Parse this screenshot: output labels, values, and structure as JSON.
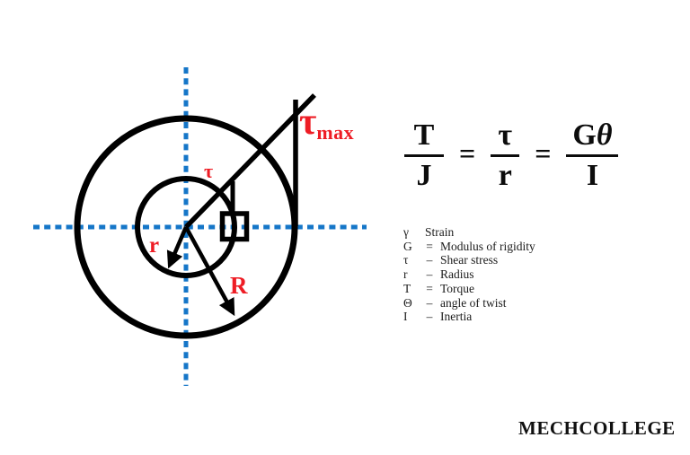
{
  "page": {
    "background": "#ffffff"
  },
  "diagram": {
    "labels": {
      "tau": "τ",
      "tau_max_base": "τ",
      "tau_max_sub": "max",
      "inner_radius": "r",
      "outer_radius": "R"
    },
    "colors": {
      "label_red": "#ee1d25",
      "axis_blue": "#1576c8",
      "line_black": "#000000"
    }
  },
  "formula": {
    "equals": "=",
    "fractions": [
      {
        "num": "T",
        "den": "J"
      },
      {
        "num": "τ",
        "den": "r"
      },
      {
        "num_g": "G",
        "num_theta": "θ",
        "den": "I"
      }
    ]
  },
  "legend": {
    "items": [
      {
        "symbol": "γ",
        "sign": "",
        "meaning": "Strain"
      },
      {
        "symbol": "G",
        "sign": "=",
        "meaning": "Modulus of rigidity"
      },
      {
        "symbol": "τ",
        "sign": "–",
        "meaning": "Shear stress"
      },
      {
        "symbol": "r",
        "sign": "–",
        "meaning": "Radius"
      },
      {
        "symbol": "T",
        "sign": "=",
        "meaning": "Torque"
      },
      {
        "symbol": "Θ",
        "sign": "–",
        "meaning": "angle of twist"
      },
      {
        "symbol": "I",
        "sign": "–",
        "meaning": "Inertia"
      }
    ]
  },
  "footer": {
    "brand": "MECHCOLLEGE"
  }
}
